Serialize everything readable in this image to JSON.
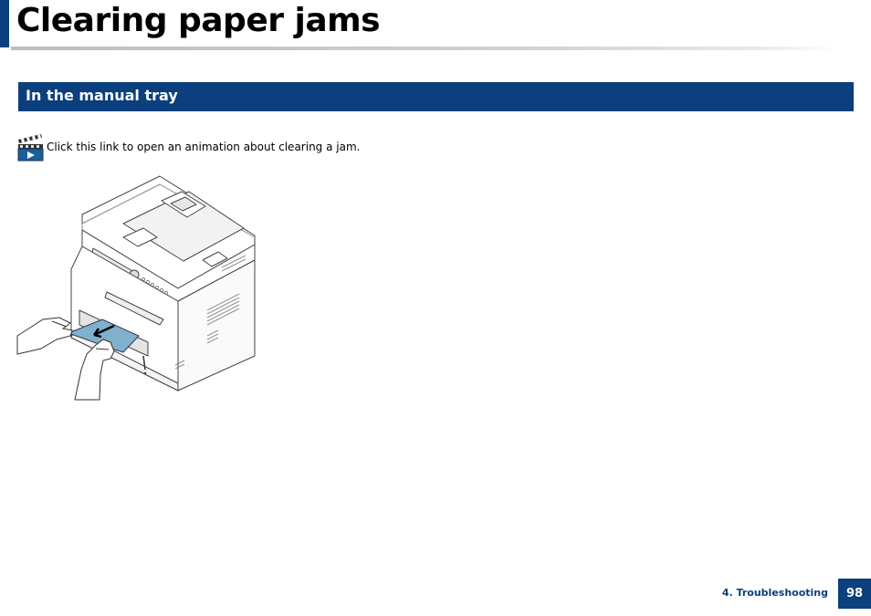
{
  "page": {
    "title": "Clearing paper jams",
    "section_title": "In the manual tray",
    "animation_link_text": "Click this link to open an animation about clearing a jam.",
    "footer_chapter": "4. Troubleshooting",
    "page_number": "98"
  },
  "icons": {
    "animation": "video-clapperboard-icon",
    "illustration": "printer-manual-tray-jam-illustration"
  },
  "colors": {
    "accent": "#0b3f7e",
    "section_text": "#ffffff",
    "illustration_paper": "#7fb0cc"
  }
}
